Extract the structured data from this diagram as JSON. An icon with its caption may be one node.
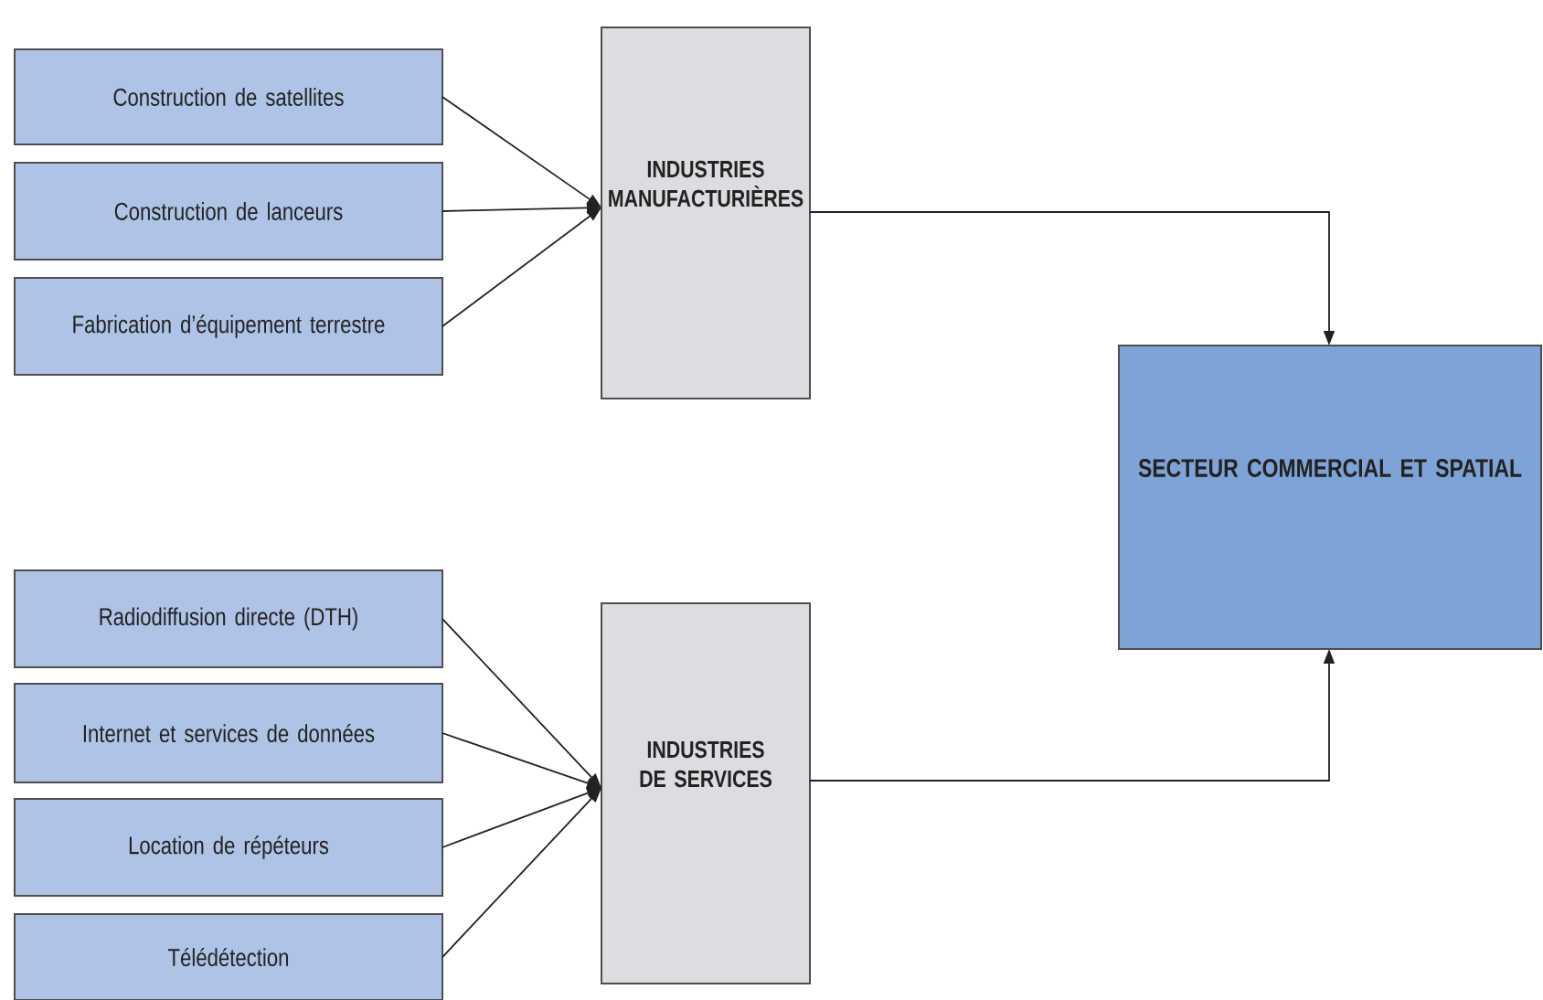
{
  "diagram": {
    "nodes": [
      {
        "text": [
          "Construction de satellites"
        ]
      },
      {
        "text": [
          "Construction de lanceurs"
        ]
      },
      {
        "text": [
          "Fabrication d’équipement terrestre"
        ]
      },
      {
        "text": [
          "INDUSTRIES MANUFACTURIÈRES"
        ]
      },
      {
        "text": [
          "SECTEUR COMMERCIAL ET SPATIAL"
        ]
      },
      {
        "text": [
          "Radiodiffusion directe (DTH)"
        ]
      },
      {
        "text": [
          "Internet et services de données"
        ]
      },
      {
        "text": [
          "Location de répéteurs"
        ]
      },
      {
        "text": [
          "Télédétection"
        ]
      },
      {
        "text": [
          "INDUSTRIES DE SERVICES"
        ]
      }
    ],
    "edges": [
      {
        "from": 0,
        "to": 3,
        "arrow": "to"
      },
      {
        "from": 1,
        "to": 3,
        "arrow": "to"
      },
      {
        "from": 2,
        "to": 3,
        "arrow": "to"
      },
      {
        "from": 3,
        "to": 4,
        "arrow": "to"
      },
      {
        "from": 5,
        "to": 9,
        "arrow": "to"
      },
      {
        "from": 6,
        "to": 9,
        "arrow": "to"
      },
      {
        "from": 7,
        "to": 9,
        "arrow": "to"
      },
      {
        "from": 8,
        "to": 9,
        "arrow": "to"
      },
      {
        "from": 9,
        "to": 4,
        "arrow": "to"
      }
    ]
  }
}
